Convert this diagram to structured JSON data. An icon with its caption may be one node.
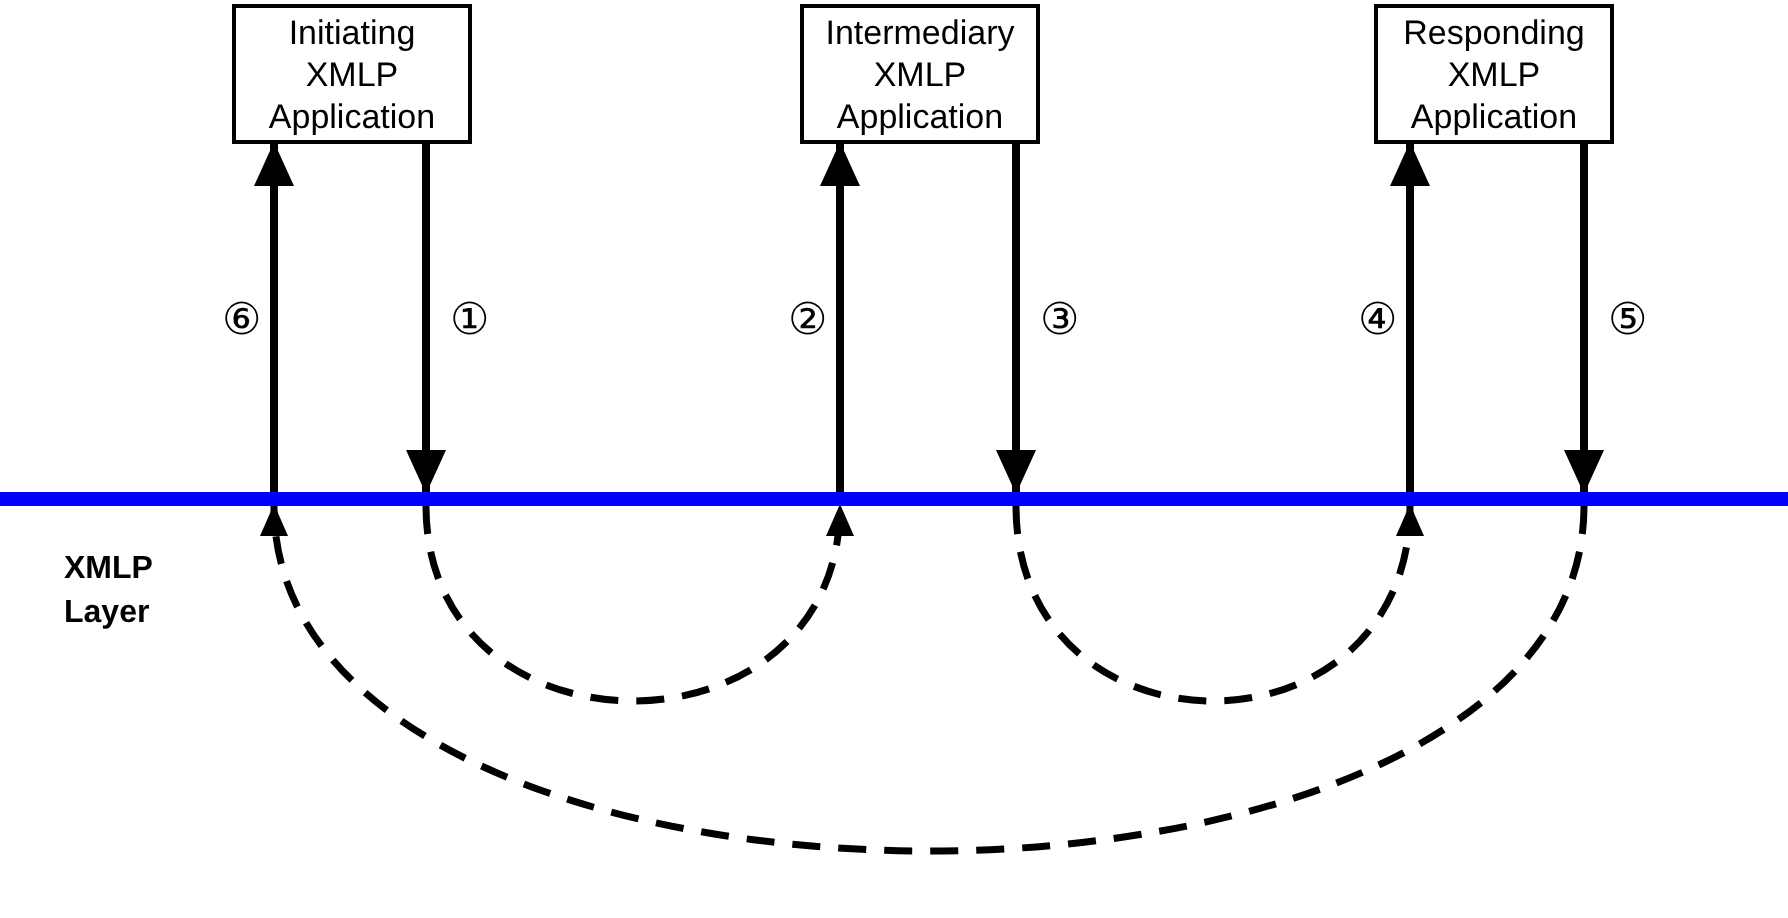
{
  "diagram": {
    "nodes": [
      {
        "text": [
          "Initiating XMLP Application"
        ]
      },
      {
        "text": [
          "Intermediary XMLP Application"
        ]
      },
      {
        "text": [
          "Responding XMLP Application"
        ]
      },
      {
        "text": [
          "XMLP Layer"
        ]
      }
    ],
    "edges": [
      {
        "from": 3,
        "to": 0,
        "arrow": "to",
        "label": "⑥"
      },
      {
        "from": 0,
        "to": 3,
        "arrow": "to",
        "label": "①"
      },
      {
        "from": 3,
        "to": 1,
        "arrow": "to",
        "label": "②"
      },
      {
        "from": 1,
        "to": 3,
        "arrow": "to",
        "label": "③"
      },
      {
        "from": 3,
        "to": 2,
        "arrow": "to",
        "label": "④"
      },
      {
        "from": 2,
        "to": 3,
        "arrow": "to",
        "label": "⑤"
      },
      {
        "from": 3,
        "to": 3,
        "arrow": "to",
        "style": "dashed"
      },
      {
        "from": 3,
        "to": 3,
        "arrow": "to",
        "style": "dashed"
      },
      {
        "from": 3,
        "to": 3,
        "arrow": "to",
        "style": "dashed"
      }
    ]
  }
}
